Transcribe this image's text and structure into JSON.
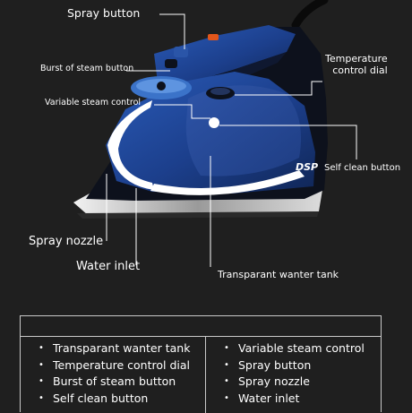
{
  "callouts": {
    "spray_button": "Spray button",
    "burst_of_steam": "Burst of steam button",
    "variable_steam": "Variable steam control",
    "temp_dial_line1": "Temperature",
    "temp_dial_line2": "control dial",
    "self_clean": "Self clean button",
    "spray_nozzle": "Spray nozzle",
    "water_inlet": "Water inlet",
    "water_tank": "Transparant wanter tank"
  },
  "brand_logo": "DSP",
  "features": {
    "left": [
      "Transparant wanter tank",
      "Temperature control dial",
      "Burst of steam button",
      "Self clean button"
    ],
    "right": [
      "Variable steam control",
      "Spray button",
      "Spray nozzle",
      "Water inlet"
    ]
  },
  "colors": {
    "background": "#1f1f1f",
    "iron_body": "#1c3f8c",
    "iron_dark": "#0b0f1a",
    "accent_white": "#ffffff",
    "button_orange": "#e2561b"
  }
}
